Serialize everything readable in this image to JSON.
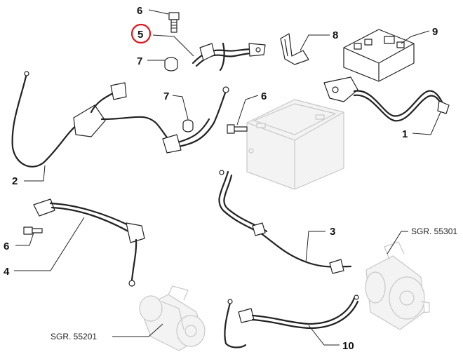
{
  "callouts": [
    {
      "id": "c1",
      "label": "1"
    },
    {
      "id": "c2",
      "label": "2"
    },
    {
      "id": "c3",
      "label": "3"
    },
    {
      "id": "c4",
      "label": "4"
    },
    {
      "id": "c5",
      "label": "5",
      "highlighted": true
    },
    {
      "id": "c6a",
      "label": "6"
    },
    {
      "id": "c6b",
      "label": "6"
    },
    {
      "id": "c6c",
      "label": "6"
    },
    {
      "id": "c7a",
      "label": "7"
    },
    {
      "id": "c7b",
      "label": "7"
    },
    {
      "id": "c8",
      "label": "8"
    },
    {
      "id": "c9",
      "label": "9"
    },
    {
      "id": "c10",
      "label": "10"
    }
  ],
  "references": [
    {
      "id": "alternator",
      "label": "SGR. 55301"
    },
    {
      "id": "starter",
      "label": "SGR. 55201"
    }
  ],
  "colors": {
    "highlight": "#e0161c",
    "line": "#222222",
    "ghost": "#c8c8c8"
  }
}
